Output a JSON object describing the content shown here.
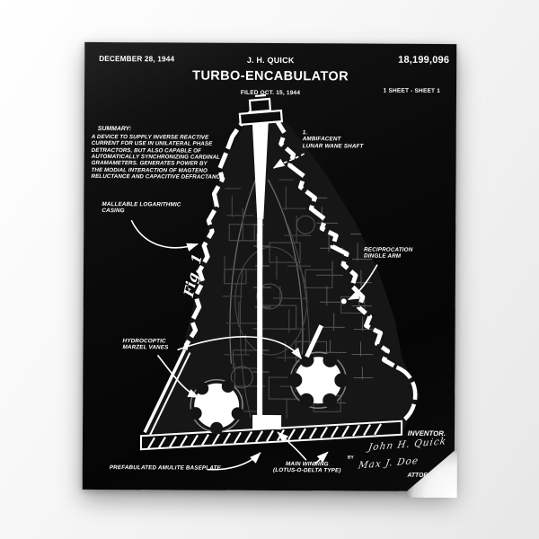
{
  "poster": {
    "header": {
      "date": "DECEMBER 28, 1944",
      "inventor_name": "J. H. QUICK",
      "title": "TURBO-ENCABULATOR",
      "filed": "FILED OCT. 15, 1944",
      "patent_number": "18,199,096",
      "sheet": "1 SHEET - SHEET 1"
    },
    "summary": {
      "heading": "SUMMARY:",
      "body": "A DEVICE TO SUPPLY INVERSE REACTIVE\nCURRENT FOR USE IN UNILATERAL PHASE\nDETRACTORS, BUT ALSO  CAPABLE OF\nAUTOMATICALLY SYNCHRONIZING CARDINAL\nGRAMAMETERS.  GENERATES POWER BY\nTHE MODIAL INTERACTION OF MAGTENO\nRELUCTANCE AND CAPACITIVE DEFRACTANCE."
    },
    "figure_label": "Fig. 1",
    "part_labels": {
      "casing": "MALLEABLE  LOGARITHMIC\nCASING",
      "vanes": "HYDROCOPTIC\nMARZEL VANES",
      "baseplate": "PREFABULATED AMULITE BASEPLATE",
      "winding": "MAIN WINDING\n(LOTUS-O-DELTA TYPE)",
      "waneshaft": "1.\nAMBIFACENT\nLUNAR WANE SHAFT",
      "dingle_arm": "RECIPROCATION\nDINGLE ARM"
    },
    "footer": {
      "inventor_heading": "INVENTOR.",
      "inventor_signature": "John H. Quick",
      "by": "BY",
      "attorney_signature": "Max J. Doe",
      "attorneys": "ATTORNEYS"
    },
    "colors": {
      "poster_background": "#0a0a0a",
      "ink": "#ffffff",
      "backdrop": "#f3f3f3",
      "machinery_line": "#4a4a4a"
    }
  }
}
